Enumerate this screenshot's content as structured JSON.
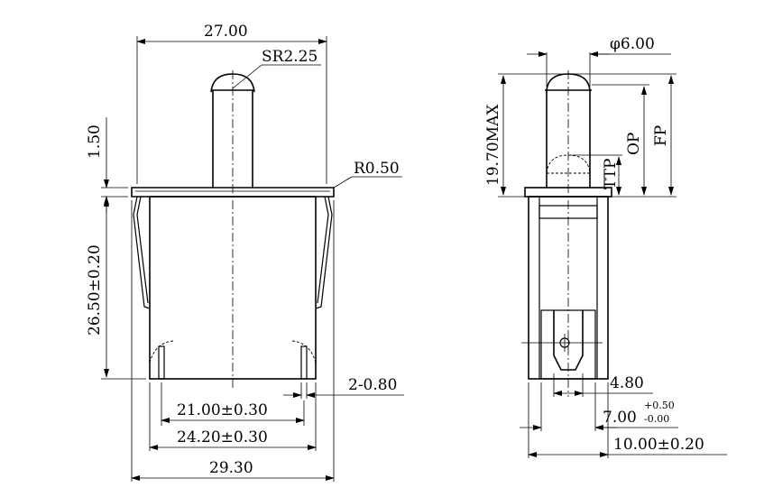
{
  "dimensions": {
    "width_top": "27.00",
    "sphere_radius": "SR2.25",
    "flange_thickness": "1.50",
    "flange_radius": "R0.50",
    "body_height": "26.50±0.20",
    "terminal_width": "2-0.80",
    "terminal_pitch_inner": "21.00±0.30",
    "terminal_pitch_outer": "24.20±0.30",
    "overall_width": "29.30",
    "plunger_diameter": "φ6.00",
    "max_height": "19.70MAX",
    "op_label": "OP",
    "fp_label": "FP",
    "ttp_label": "TTP",
    "terminal_blade": "4.80",
    "depth_main": "7.00",
    "depth_tol_plus": "+0.50",
    "depth_tol_minus": "-0.00",
    "side_width": "10.00±0.20"
  }
}
